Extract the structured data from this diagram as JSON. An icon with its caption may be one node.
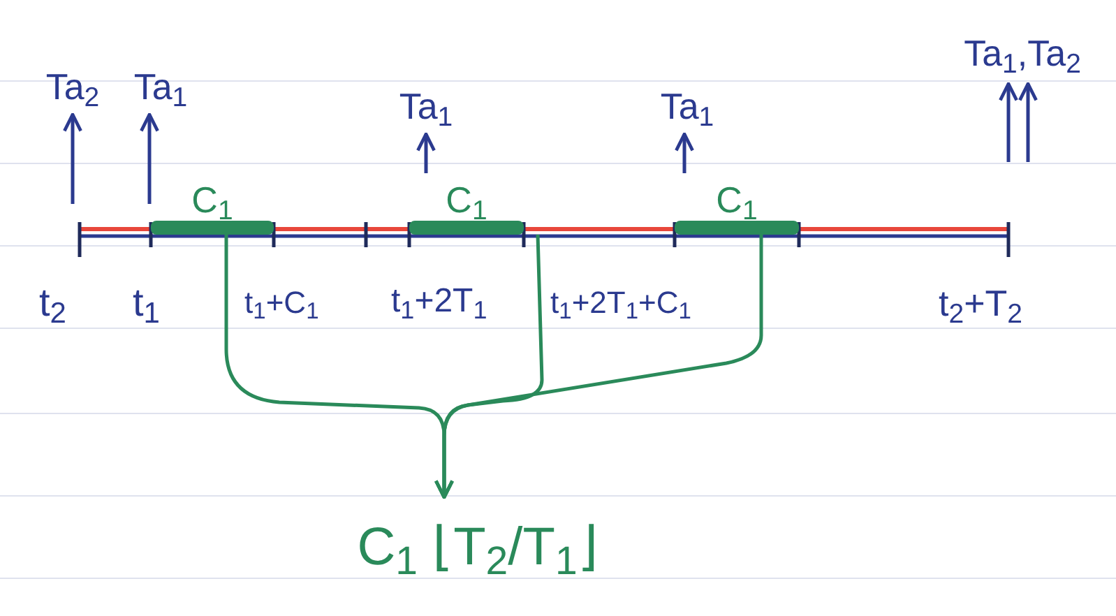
{
  "diagram": {
    "nodes": [
      {
        "text": [
          "Ta$_{2}$"
        ]
      },
      {
        "text": [
          "Ta$_{1}$"
        ]
      },
      {
        "text": [
          "Ta$_{1}$"
        ]
      },
      {
        "text": [
          "Ta$_{1}$"
        ]
      },
      {
        "text": [
          "Ta$_{1}$,Ta$_{2}$"
        ]
      },
      {
        "text": [
          "C$_{1}$"
        ]
      },
      {
        "text": [
          "C$_{1}$"
        ]
      },
      {
        "text": [
          "C$_{1}$"
        ]
      },
      {
        "text": [
          "C$_{1}$ ⌊T$_{2}$/T$_{1}$⌋"
        ]
      }
    ],
    "edges": [
      {
        "from": null,
        "to": 0,
        "arrow": "to"
      },
      {
        "from": null,
        "to": 1,
        "arrow": "to"
      },
      {
        "from": null,
        "to": 2,
        "arrow": "to"
      },
      {
        "from": null,
        "to": 3,
        "arrow": "to"
      },
      {
        "from": null,
        "to": 4,
        "arrow": "to"
      },
      {
        "from": null,
        "to": 4,
        "arrow": "to"
      },
      {
        "from": 5,
        "to": 8,
        "arrow": "to",
        "color": "#2a8a5a"
      },
      {
        "from": 6,
        "to": 8,
        "arrow": "to",
        "color": "#2a8a5a"
      },
      {
        "from": 7,
        "to": 8,
        "arrow": "to",
        "color": "#2a8a5a"
      }
    ],
    "labels": [
      "t$_{2}$",
      "t$_{1}$",
      "t$_{1}$+C$_{1}$",
      "t$_{1}$+2T$_{1}$",
      "t$_{1}$+2T$_{1}$+C$_{1}$",
      "t$_{2}$+T$_{2}$"
    ]
  }
}
